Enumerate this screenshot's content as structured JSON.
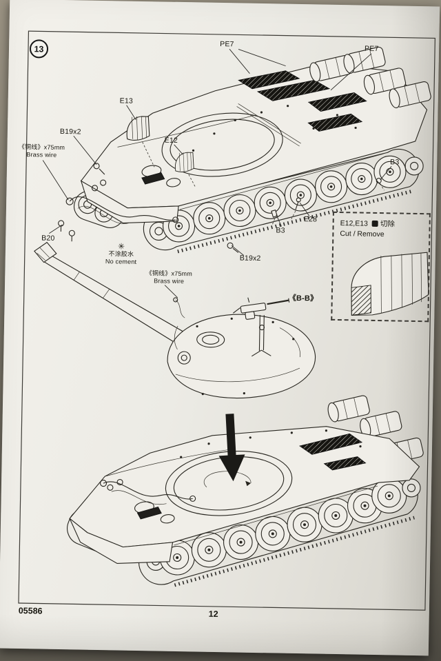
{
  "page": {
    "step_number": "13",
    "kit_number": "05586",
    "page_number": "12"
  },
  "callouts": {
    "pe7_left": "PE7",
    "pe7_right": "PE7",
    "e13": "E13",
    "e12": "E12",
    "b19x2_top": "B19x2",
    "brass_wire_top": {
      "cn": "《铜线》x75mm",
      "en": "Brass wire"
    },
    "b3_track": "B3",
    "e28": "E28",
    "b3_deck": "B3",
    "b20": "B20",
    "no_cement": {
      "symbol": "✳",
      "cn": "不涂胶水",
      "en": "No cement"
    },
    "b19x2_bottom": "B19x2",
    "brass_wire_mid": {
      "cn": "《铜线》x75mm",
      "en": "Brass wire"
    },
    "section_view": "《B-B》"
  },
  "inset": {
    "parts": "E12,E13",
    "action_cn": "切除",
    "action_en": "Cut / Remove"
  }
}
